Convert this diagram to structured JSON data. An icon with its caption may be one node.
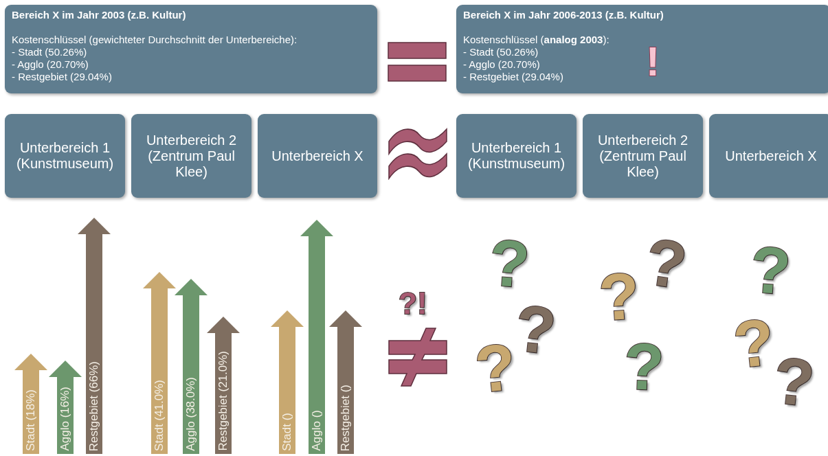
{
  "diagram": {
    "nodes": [
      {
        "text": [
          "Bereich X im Jahr 2003 (z.B. Kultur)",
          "Kostenschlüssel (gewichteter Durchschnitt der Unterbereiche):",
          "- Stadt  (50.26%)",
          "- Agglo (20.70%)",
          "- Restgebiet (29.04%)"
        ]
      },
      {
        "text": [
          "Bereich X im Jahr 2006-2013 (z.B. Kultur)",
          "Kostenschlüssel (**analog 2003**):",
          "- Stadt  (50.26%)",
          "- Agglo (20.70%)",
          "- Restgebiet (29.04%)"
        ]
      },
      {
        "text": [
          "Unterbereich 1 (Kunstmuseum)"
        ]
      },
      {
        "text": [
          "Unterbereich 2 (Zentrum Paul Klee)"
        ]
      },
      {
        "text": [
          "Unterbereich X"
        ]
      },
      {
        "text": [
          "Unterbereich 1 (Kunstmuseum)"
        ]
      },
      {
        "text": [
          "Unterbereich 2 (Zentrum Paul Klee)"
        ]
      },
      {
        "text": [
          "Unterbereich X"
        ]
      },
      {
        "text": [
          "Stadt (18%)"
        ]
      },
      {
        "text": [
          "Agglo (16%)"
        ]
      },
      {
        "text": [
          "Restgebiet (66%)"
        ]
      },
      {
        "text": [
          "Stadt (41.0%)"
        ]
      },
      {
        "text": [
          "Agglo (38.0%)"
        ]
      },
      {
        "text": [
          "Restgebiet (21.0%)"
        ]
      },
      {
        "text": [
          "Stadt ()"
        ]
      },
      {
        "text": [
          "Agglo ()"
        ]
      },
      {
        "text": [
          "Restgebiet ()"
        ]
      }
    ],
    "labels": [
      "!",
      "?",
      "?",
      "?",
      "?",
      "?!",
      "?",
      "?",
      "?",
      "?",
      "?"
    ]
  }
}
